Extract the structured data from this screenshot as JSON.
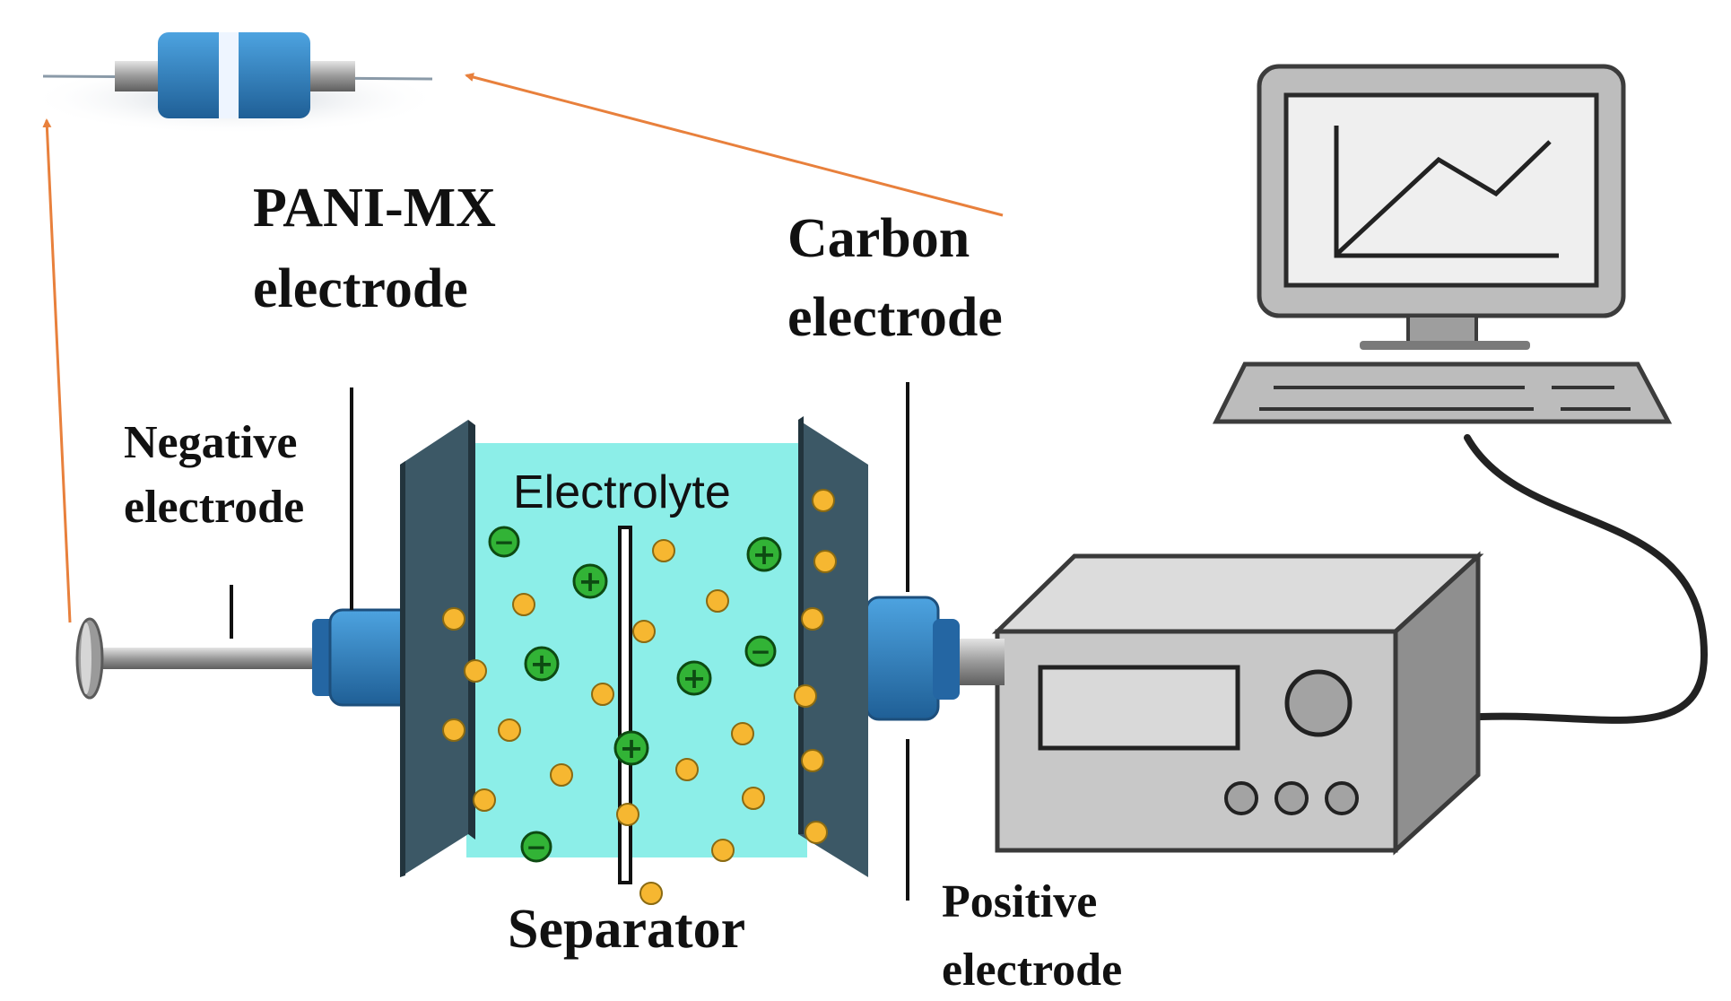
{
  "labels": {
    "pani_line1": "PANI-MX",
    "pani_line2": "electrode",
    "carbon_line1": "Carbon",
    "carbon_line2": "electrode",
    "negative_line1": "Negative",
    "negative_line2": "electrode",
    "positive_line1": "Positive",
    "positive_line2": "electrode",
    "electrolyte": "Electrolyte",
    "separator": "Separator"
  },
  "ions": {
    "plus_sign": "+",
    "minus_sign": "−"
  },
  "colors": {
    "electrolyte": "#8ceee8",
    "plate_dark": "#2a3f4a",
    "plate_light": "#3c5866",
    "connector_blue": "#2f7fc0",
    "arrow_orange": "#e8803c",
    "ion_green": "#32b336",
    "particle_yellow": "#f6b731",
    "device_gray": "#c4c4c4"
  },
  "icons": [
    "electrode-photo-icon",
    "computer-monitor-icon",
    "keyboard-icon",
    "potentiostat-icon",
    "graph-icon"
  ]
}
